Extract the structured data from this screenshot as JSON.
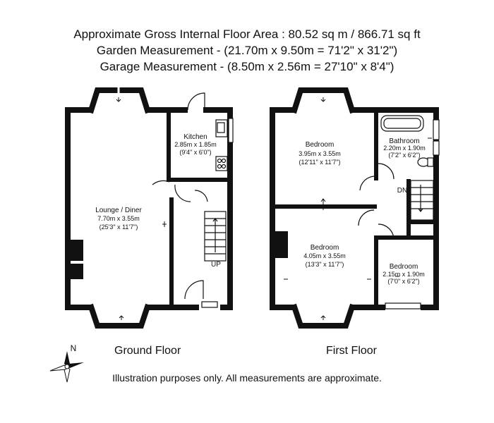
{
  "header": {
    "area_line": "Approximate Gross Internal Floor Area : 80.52 sq m / 866.71 sq ft",
    "garden_line": "Garden Measurement - (21.70m x 9.50m = 71'2\" x 31'2\")",
    "garage_line": "Garage Measurement - (8.50m x 2.56m = 27'10\" x 8'4\")"
  },
  "ground_floor": {
    "label": "Ground Floor",
    "rooms": {
      "kitchen": {
        "name": "Kitchen",
        "metric": "2.85m x 1.85m",
        "imperial": "(9'4\" x 6'0\")"
      },
      "lounge": {
        "name": "Lounge / Diner",
        "metric": "7.70m x 3.55m",
        "imperial": "(25'3\" x 11'7\")"
      }
    },
    "stairs_label": "UP"
  },
  "first_floor": {
    "label": "First Floor",
    "rooms": {
      "bedroom_front": {
        "name": "Bedroom",
        "metric": "3.95m x 3.55m",
        "imperial": "(12'11\" x 11'7\")"
      },
      "bathroom": {
        "name": "Bathroom",
        "metric": "2.20m x 1.90m",
        "imperial": "(7'2\" x 6'2\")"
      },
      "bedroom_rear": {
        "name": "Bedroom",
        "metric": "4.05m x 3.55m",
        "imperial": "(13'3\" x 11'7\")"
      },
      "bedroom_small": {
        "name": "Bedroom",
        "metric": "2.15m x 1.90m",
        "imperial": "(7'0\" x 6'2\")"
      }
    },
    "stairs_label": "DN"
  },
  "compass": {
    "label": "N"
  },
  "disclaimer": "Illustration purposes only. All measurements are approximate."
}
